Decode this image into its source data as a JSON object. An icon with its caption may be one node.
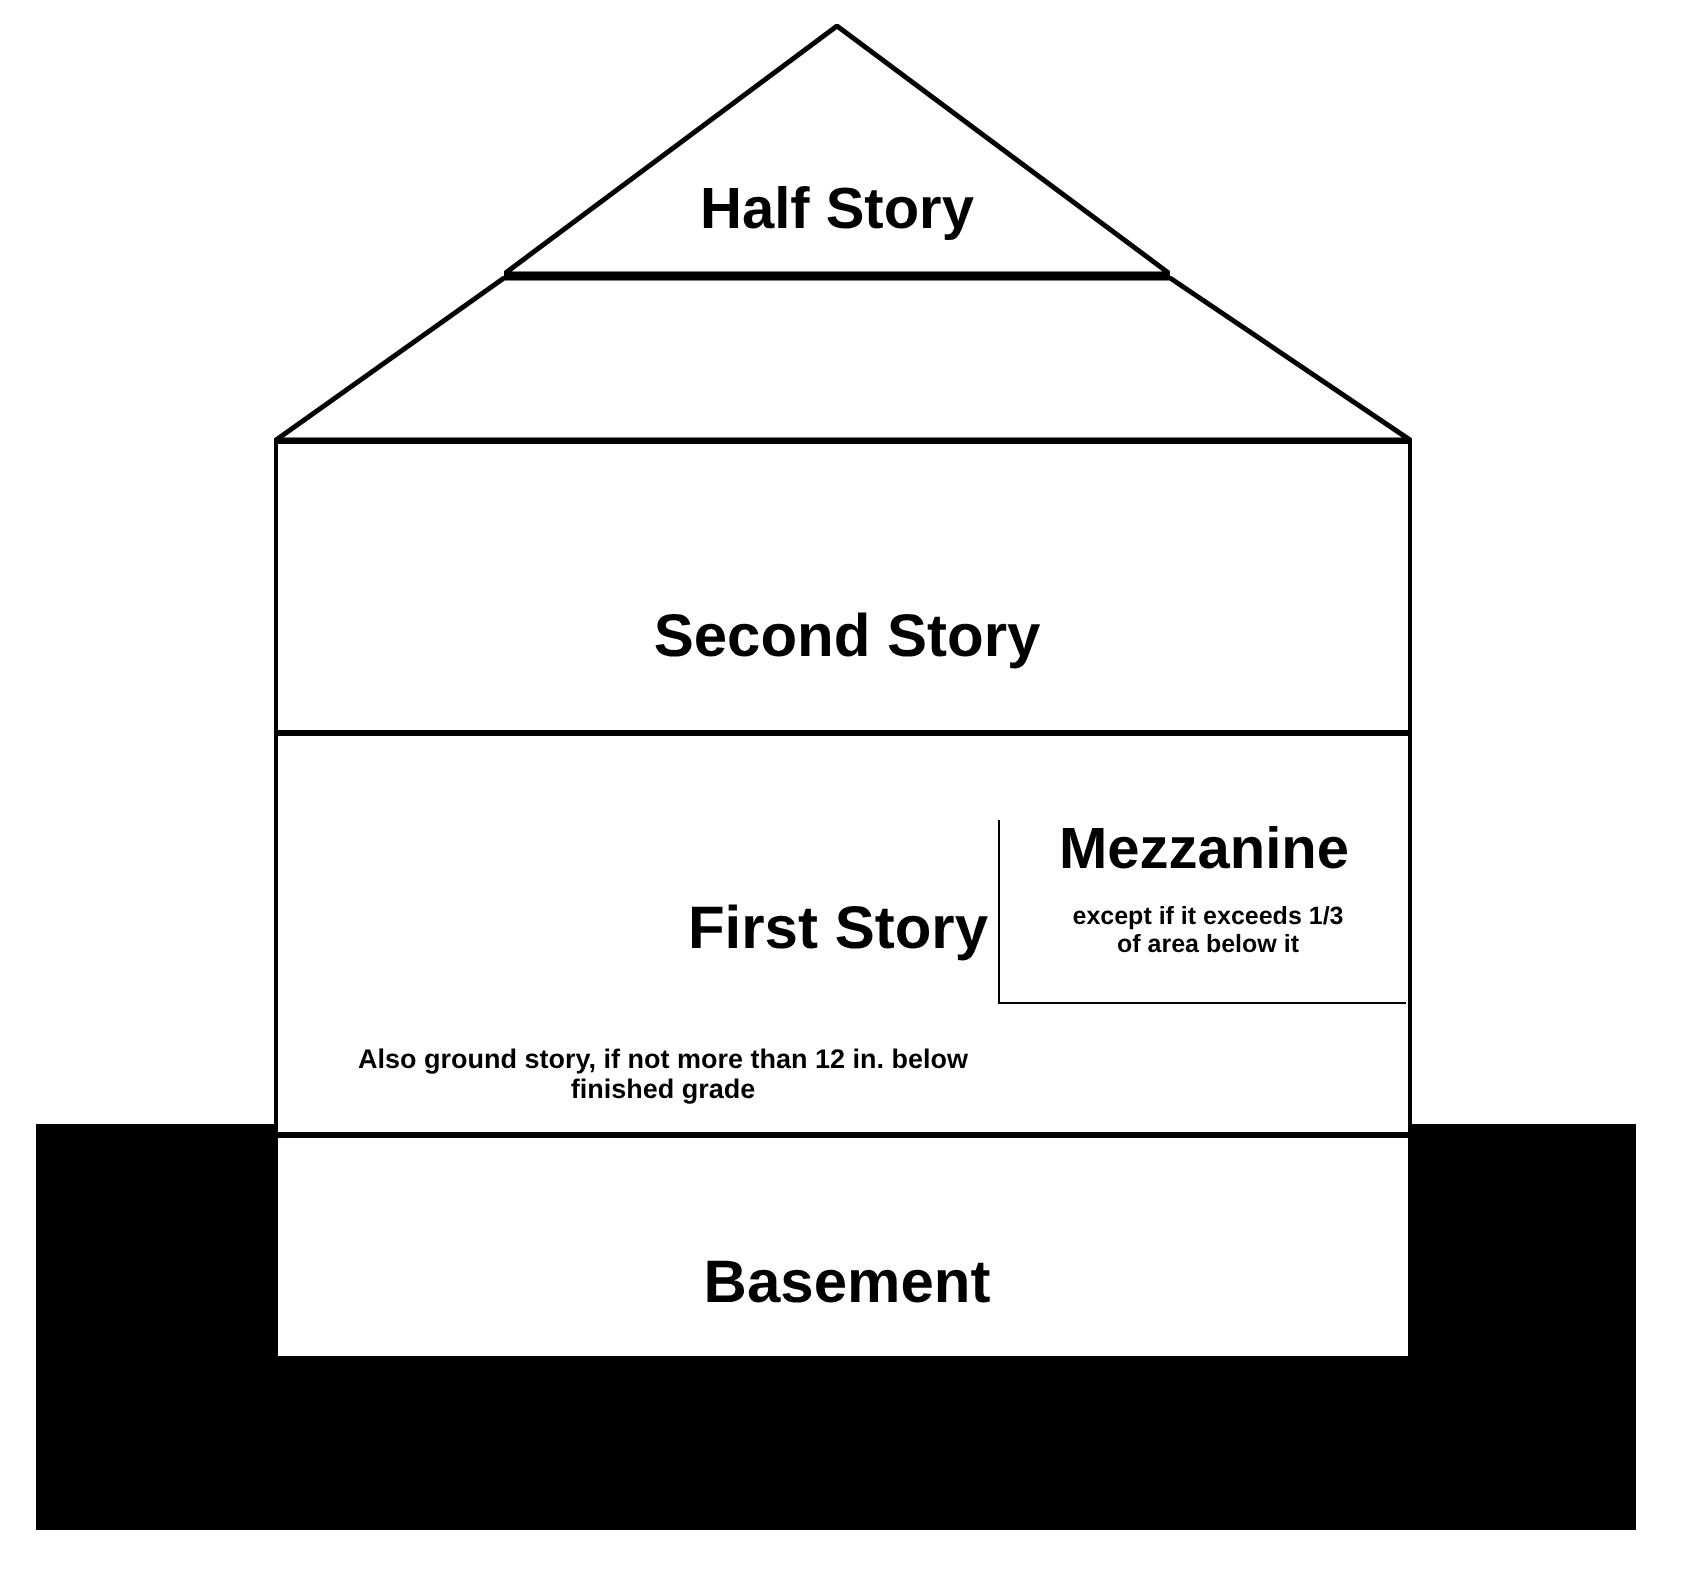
{
  "diagram": {
    "nodes": [
      {
        "text": [
          "Half Story"
        ]
      },
      {
        "text": [],
        "shape": "band"
      },
      {
        "text": [
          "Second Story"
        ]
      },
      {
        "text": [
          "First Story",
          "Also ground story, if not more than 12 in. below finished grade"
        ]
      },
      {
        "text": [
          "Mezzanine",
          "except if it exceeds 1/3 of area below it"
        ],
        "in": 3
      },
      {
        "text": [
          "Basement"
        ]
      }
    ]
  }
}
